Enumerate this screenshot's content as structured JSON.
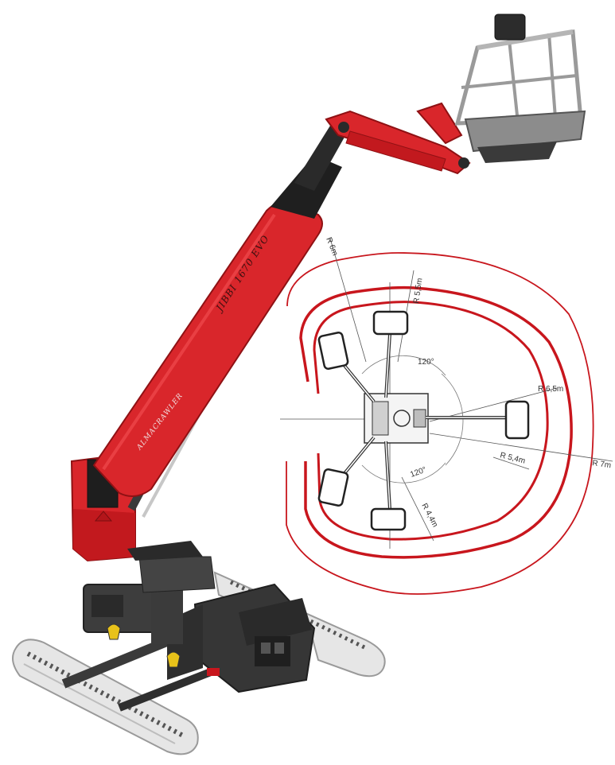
{
  "model_label": "JIBBI 1670 EVO",
  "brand_label": "ALMACRAWLER",
  "diagram": {
    "radius_labels": [
      "R 6m",
      "R 5,5m",
      "R 6,5m",
      "R 5,4m",
      "R 7m",
      "R 4,4m"
    ],
    "angle_labels": [
      "120°",
      "120°"
    ]
  },
  "colors": {
    "boom_red": "#d9262b",
    "outline_red": "#c8161d",
    "dark": "#2b2b2b",
    "track": "#e6e6e6",
    "yellow": "#e8c21a"
  }
}
